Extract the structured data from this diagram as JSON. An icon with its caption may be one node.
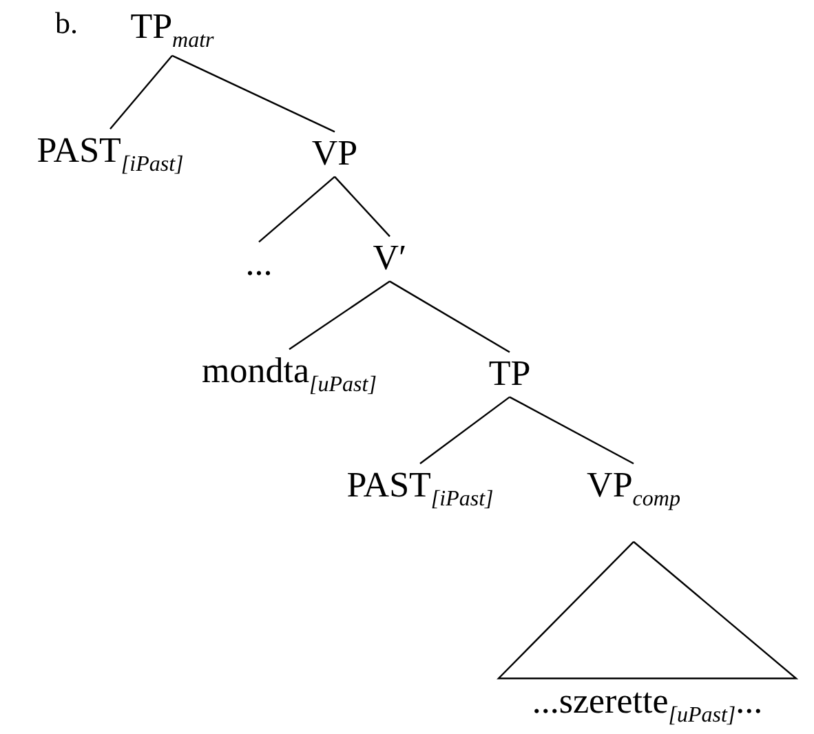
{
  "diagram": {
    "nodes": [
      {
        "text": [
          "TP$_{matr}$"
        ]
      },
      {
        "text": [
          "PAST$_{[iPast]}$"
        ]
      },
      {
        "text": [
          "VP"
        ]
      },
      {
        "text": [
          "..."
        ]
      },
      {
        "text": [
          "V′"
        ]
      },
      {
        "text": [
          "mondta$_{[uPast]}$"
        ]
      },
      {
        "text": [
          "TP"
        ]
      },
      {
        "text": [
          "PAST$_{[iPast]}$"
        ]
      },
      {
        "text": [
          "VP$_{comp}$"
        ]
      },
      {
        "text": [
          "...szerette$_{[uPast]}$..."
        ]
      }
    ],
    "edges": [
      {
        "from": 0,
        "to": 1,
        "arrow": "none"
      },
      {
        "from": 0,
        "to": 2,
        "arrow": "none"
      },
      {
        "from": 2,
        "to": 3,
        "arrow": "none"
      },
      {
        "from": 2,
        "to": 4,
        "arrow": "none"
      },
      {
        "from": 4,
        "to": 5,
        "arrow": "none"
      },
      {
        "from": 4,
        "to": 6,
        "arrow": "none"
      },
      {
        "from": 6,
        "to": 7,
        "arrow": "none"
      },
      {
        "from": 6,
        "to": 8,
        "arrow": "none"
      },
      {
        "from": 8,
        "to": 9,
        "arrow": "none"
      }
    ],
    "labels": [
      "b."
    ]
  }
}
